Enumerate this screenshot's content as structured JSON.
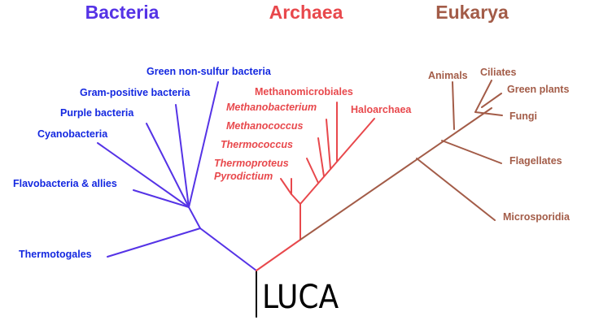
{
  "colors": {
    "bacteria": "#5533e6",
    "bacteria_leaf": "#1428e0",
    "archaea": "#e8484c",
    "eukarya": "#a35c48",
    "root": "#000000"
  },
  "titles": {
    "bacteria": "Bacteria",
    "archaea": "Archaea",
    "eukarya": "Eukarya"
  },
  "root_label": "LUCA",
  "leaves": {
    "green_non_sulfur": "Green non-sulfur bacteria",
    "gram_positive": "Gram-positive bacteria",
    "purple": "Purple bacteria",
    "cyanobacteria": "Cyanobacteria",
    "flavobacteria": "Flavobacteria & allies",
    "thermotogales": "Thermotogales",
    "methanomicrobiales": "Methanomicrobiales",
    "methanobacterium": "Methanobacterium",
    "haloarchaea": "Haloarchaea",
    "methanococcus": "Methanococcus",
    "thermococcus": "Thermococcus",
    "thermoproteus": "Thermoproteus",
    "pyrodictium": "Pyrodictium",
    "animals": "Animals",
    "ciliates": "Ciliates",
    "green_plants": "Green plants",
    "fungi": "Fungi",
    "flagellates": "Flagellates",
    "microsporidia": "Microsporidia"
  }
}
